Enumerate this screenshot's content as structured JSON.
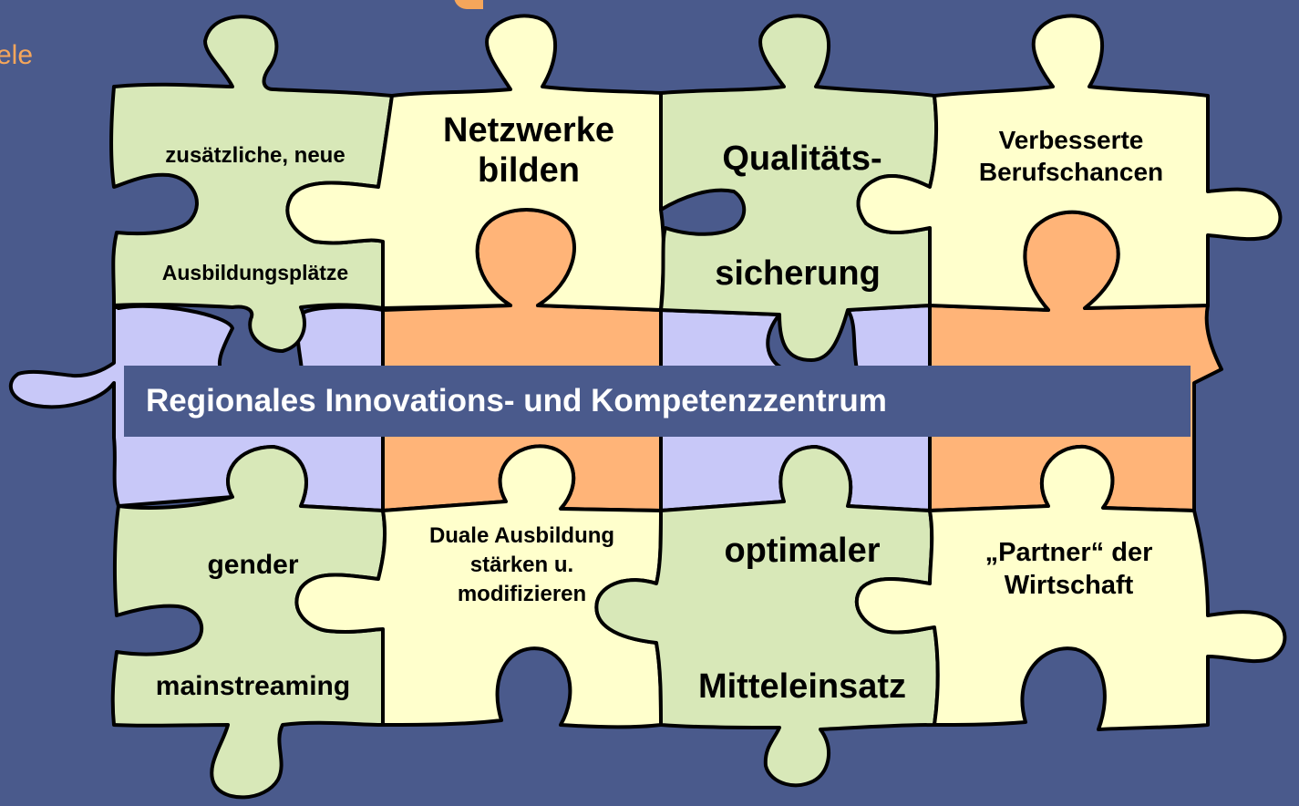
{
  "header": {
    "subtitle_fragment": "ele"
  },
  "colors": {
    "background": "#4a5a8c",
    "green": "#d8e8b8",
    "yellow": "#ffffcc",
    "lavender": "#c8c8f8",
    "orange": "#ffb478",
    "accent": "#f5a65b"
  },
  "banner": {
    "text": "Regionales Innovations- und Kompetenzzentrum"
  },
  "pieces": {
    "top": [
      {
        "line1": "zusätzliche, neue",
        "line2": "Ausbildungsplätze"
      },
      {
        "text": "Netzwerke\nbilden"
      },
      {
        "line1": "Qualitäts-",
        "line2": "sicherung"
      },
      {
        "text": "Verbesserte\nBerufschancen"
      }
    ],
    "bottom": [
      {
        "line1": "gender",
        "line2": "mainstreaming"
      },
      {
        "text": "Duale Ausbildung\nstärken u.\nmodifizieren"
      },
      {
        "line1": "optimaler",
        "line2": "Mitteleinsatz"
      },
      {
        "text": "„Partner“ der\nWirtschaft"
      }
    ]
  }
}
